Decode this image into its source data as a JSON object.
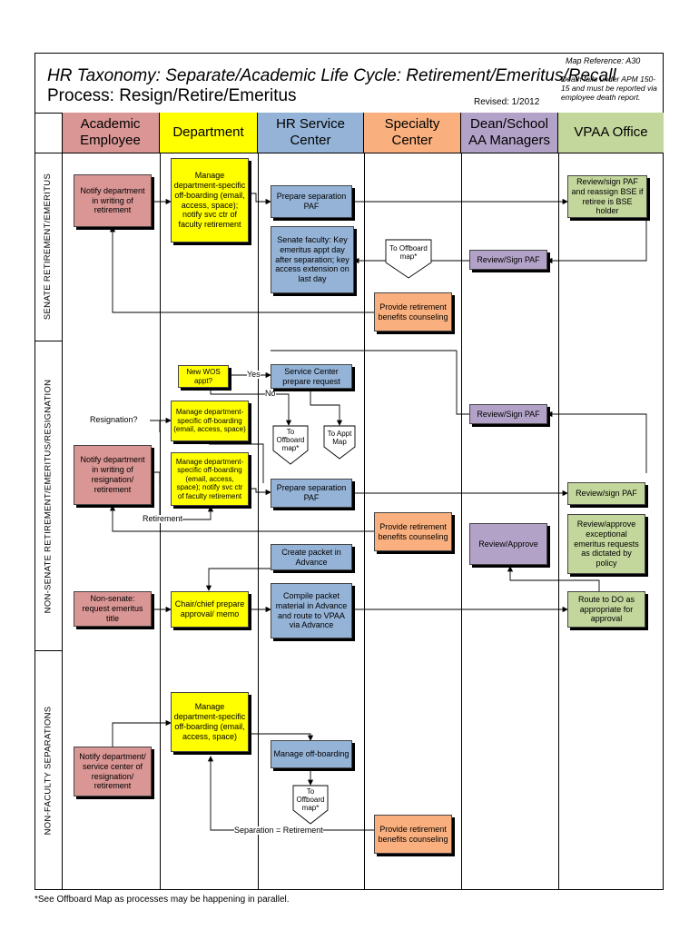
{
  "header": {
    "map_reference": "Map Reference: A30",
    "title": "HR Taxonomy: Separate/Academic Life Cycle: Retirement/Emeritus/Recall",
    "process": "Process:  Resign/Retire/Emeritus",
    "revised": "Revised: 1/2012",
    "death_note": "Death falls under APM 150-15 and must be reported via employee death report."
  },
  "lanes": [
    {
      "line1": "Academic",
      "line2": "Employee",
      "color": "#D99694"
    },
    {
      "line1": "Department",
      "line2": "",
      "color": "#FFFF00"
    },
    {
      "line1": "HR Service",
      "line2": "Center",
      "color": "#95B3D7"
    },
    {
      "line1": "Specialty",
      "line2": "Center",
      "color": "#FAB07E"
    },
    {
      "line1": "Dean/School",
      "line2": "AA Managers",
      "color": "#B3A2C7"
    },
    {
      "line1": "VPAA Office",
      "line2": "",
      "color": "#C3D69B"
    }
  ],
  "rows": [
    {
      "label": "SENATE RETIREMENT/EMERITUS"
    },
    {
      "label": "NON-SENATE RETIREMENT/EMERITUS/RESIGNATION"
    },
    {
      "label": "NON-FACULTY SEPARATIONS"
    }
  ],
  "boxes": {
    "s_notify": "Notify department in writing of retirement",
    "s_manage": "Manage department-specific off-boarding (email, access, space); notify svc ctr of faculty retirement",
    "s_prepare_paf": "Prepare separation PAF",
    "s_vpaa_review": "Review/sign PAF and reassign BSE if retiree is BSE holder",
    "s_senate_faculty": "Senate faculty: Key emeritus appt day after separation; key access extension on last day",
    "s_dean_review": "Review/Sign PAF",
    "s_benefits": "Provide retirement benefits counseling",
    "n_new_wos": "New WOS appt?",
    "n_svc_prepare": "Service Center prepare request",
    "n_manage_resign": "Manage department-specific off-boarding (email, access, space)",
    "n_dean_review": "Review/Sign PAF",
    "n_notify": "Notify department in writing of resignation/ retirement",
    "n_manage_retire": "Manage department-specific off-boarding (email, access, space); notify svc ctr of faculty retirement",
    "n_prepare_paf": "Prepare separation PAF",
    "n_vpaa_sign": "Review/sign PAF",
    "n_benefits": "Provide retirement benefits counseling",
    "n_dean_approve": "Review/Approve",
    "n_vpaa_approve": "Review/approve exceptional emeritus requests as dictated by policy",
    "n_create_packet": "Create packet in Advance",
    "n_request_emeritus": "Non-senate: request emeritus title",
    "n_chair": "Chair/chief prepare approval/ memo",
    "n_compile": "Compile packet material in Advance and route to VPAA via Advance",
    "n_route_do": "Route to DO as appropriate for approval",
    "f_manage": "Manage department-specific off-boarding (email, access, space)",
    "f_notify": "Notify department/ service center of resignation/ retirement",
    "f_manage_off": "Manage off-boarding",
    "f_benefits": "Provide retirement benefits counseling"
  },
  "offpage": {
    "s_offboard": "To Offboard map*",
    "n_offboard": "To Offboard map*",
    "n_appt": "To Appt Map",
    "f_offboard": "To Offboard map*"
  },
  "labels": {
    "yes": "Yes",
    "no": "No",
    "resignation": "Resignation?",
    "retirement": "Retirement",
    "separation": "Separation = Retirement"
  },
  "footnote": "*See Offboard Map as processes may be happening in parallel."
}
